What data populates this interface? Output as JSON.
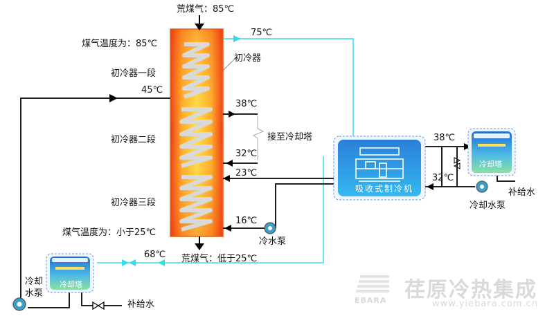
{
  "labels": {
    "raw_gas_in": "荒煤气：85℃",
    "gas_temp_top": "煤气温度为：85℃",
    "primary_cooler": "初冷器",
    "stage1": "初冷器一段",
    "stage2": "初冷器二段",
    "stage3": "初冷器三段",
    "t45": "45℃",
    "t75": "75℃",
    "t38_left": "38℃",
    "to_cooling_tower": "接至冷却塔",
    "t32_left": "32℃",
    "t23": "23℃",
    "t16": "16℃",
    "chilled_pump": "冷水泵",
    "gas_temp_bottom": "煤气温度为：小于25℃",
    "raw_gas_out": "荒煤气：低于25℃",
    "t68": "68℃",
    "absorption_chiller": "吸收式制冷机",
    "t38_right": "38℃",
    "t32_right": "32℃",
    "cooling_tower": "冷却塔",
    "makeup_water": "补给水",
    "cooling_pump_right": "冷却水泵",
    "cooling_pump_left_1": "冷却",
    "cooling_pump_left_2": "水泵",
    "cooling_tower_left": "冷却塔",
    "makeup_water_left": "补给水"
  },
  "watermark": {
    "brand": "EBARA",
    "company": "荏原冷热集成",
    "url": "www.yiebara.com.cn"
  },
  "colors": {
    "hot_water": "#33ddee",
    "line": "#000000",
    "cooler_top": "#f24a1a",
    "cooler_mid": "#ffc23a"
  }
}
